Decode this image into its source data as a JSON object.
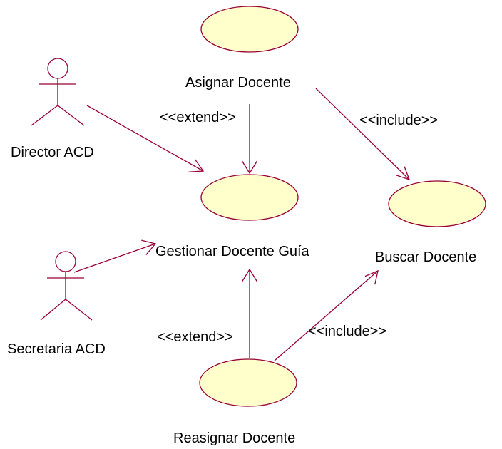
{
  "diagram": {
    "type": "uml-use-case",
    "actors": [
      {
        "id": "director",
        "name": "Director ACD"
      },
      {
        "id": "secretaria",
        "name": "Secretaria ACD"
      }
    ],
    "use_cases": [
      {
        "id": "asignar",
        "name": "Asignar Docente"
      },
      {
        "id": "gestionar",
        "name": "Gestionar Docente Guía"
      },
      {
        "id": "buscar",
        "name": "Buscar Docente"
      },
      {
        "id": "reasignar",
        "name": "Reasignar Docente"
      }
    ],
    "relationships": [
      {
        "from": "director",
        "to": "gestionar",
        "type": "association"
      },
      {
        "from": "secretaria",
        "to": "gestionar",
        "type": "association"
      },
      {
        "from": "asignar",
        "to": "gestionar",
        "type": "extend",
        "label": "<<extend>>"
      },
      {
        "from": "asignar",
        "to": "buscar",
        "type": "include",
        "label": "<<include>>"
      },
      {
        "from": "reasignar",
        "to": "gestionar",
        "type": "extend",
        "label": "<<extend>>"
      },
      {
        "from": "reasignar",
        "to": "buscar",
        "type": "include",
        "label": "<<include>>"
      }
    ]
  },
  "colors": {
    "line": "#990033",
    "use_case_fill": "#ffffcc",
    "use_case_stroke": "#990033",
    "actor_stroke": "#990033",
    "text": "#000000"
  }
}
